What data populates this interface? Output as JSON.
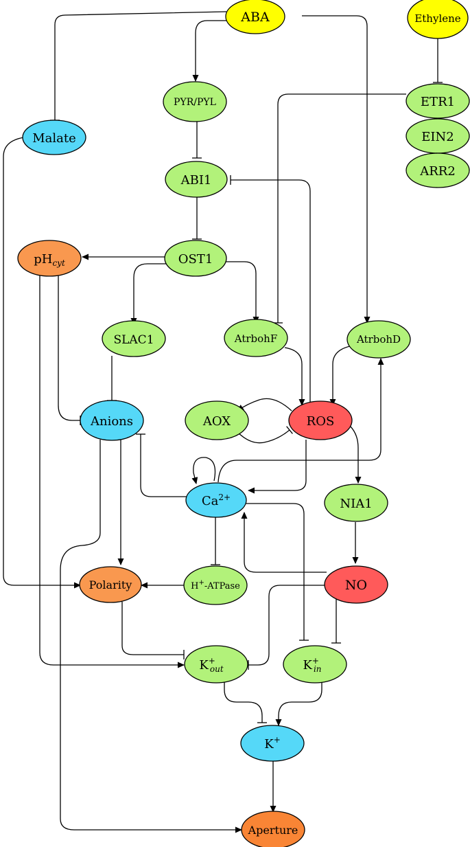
{
  "colors": {
    "yellow": "#ffff00",
    "green": "#b2f27a",
    "blue": "#55d8f8",
    "orange": "#f9984f",
    "red": "#ff5a5a",
    "dark_orange": "#f98535"
  },
  "nodes": {
    "aba": {
      "label": "ABA"
    },
    "ethylene": {
      "label": "Ethylene"
    },
    "pyr_pyl": {
      "label": "PYR/PYL"
    },
    "etr1": {
      "label": "ETR1"
    },
    "ein2": {
      "label": "EIN2"
    },
    "arr2": {
      "label": "ARR2"
    },
    "malate": {
      "label": "Malate"
    },
    "abi1": {
      "label": "ABI1"
    },
    "ph_cyt": {
      "label": "pH",
      "sub": "cyt"
    },
    "ost1": {
      "label": "OST1"
    },
    "slac1": {
      "label": "SLAC1"
    },
    "atrbohf": {
      "label": "AtrbohF"
    },
    "atrbohd": {
      "label": "AtrbohD"
    },
    "anions": {
      "label": "Anions"
    },
    "aox": {
      "label": "AOX"
    },
    "ros": {
      "label": "ROS"
    },
    "ca": {
      "label": "Ca",
      "sup": "2+"
    },
    "nia1": {
      "label": "NIA1"
    },
    "polarity": {
      "label": "Polarity"
    },
    "h_atpase": {
      "label": "H",
      "sup": "+",
      "rest": "-ATPase"
    },
    "no": {
      "label": "NO"
    },
    "k_out": {
      "label": "K",
      "sup": "+",
      "sub": "out"
    },
    "k_in": {
      "label": "K",
      "sup": "+",
      "sub": "in"
    },
    "k": {
      "label": "K",
      "sup": "+"
    },
    "aperture": {
      "label": "Aperture"
    }
  }
}
